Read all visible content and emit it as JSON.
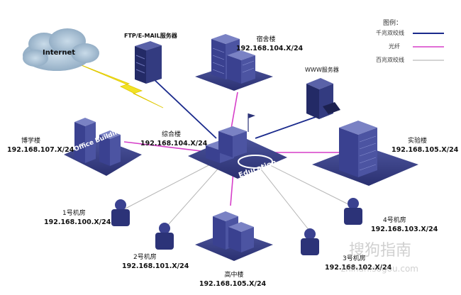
{
  "cloud": {
    "label": "Internet"
  },
  "nodes": {
    "ftp": {
      "name": "FTP/E-MAIL服务器"
    },
    "dorm": {
      "name": "宿舍楼",
      "ip": "192.168.104.X/24"
    },
    "www": {
      "name": "WWW服务器"
    },
    "boxue": {
      "name": "博学楼",
      "ip": "192.168.107.X/24"
    },
    "zonghe": {
      "name": "综合楼",
      "ip": "192.168.104.X/24"
    },
    "lab": {
      "name": "实验楼",
      "ip": "192.168.105.X/24"
    },
    "room1": {
      "name": "1号机房",
      "ip": "192.168.100.X/24"
    },
    "room2": {
      "name": "2号机房",
      "ip": "192.168.101.X/24"
    },
    "room3": {
      "name": "3号机房",
      "ip": "192.168.102.X/24"
    },
    "room4": {
      "name": "4号机房",
      "ip": "192.168.103.X/24"
    },
    "highschool": {
      "name": "高中楼",
      "ip": "192.168.105.X/24"
    }
  },
  "building_text": {
    "office": "Office Building",
    "education": "Education"
  },
  "legend": {
    "title": "图例：",
    "items": [
      {
        "label": "千兆双绞线",
        "color": "#1a2a8c"
      },
      {
        "label": "光纤",
        "color": "#d63fc9"
      },
      {
        "label": "百兆双绞线",
        "color": "#bbbbbb"
      }
    ]
  },
  "watermark": {
    "main": "搜狗指南",
    "sub": "zhinan.sogou.com"
  }
}
